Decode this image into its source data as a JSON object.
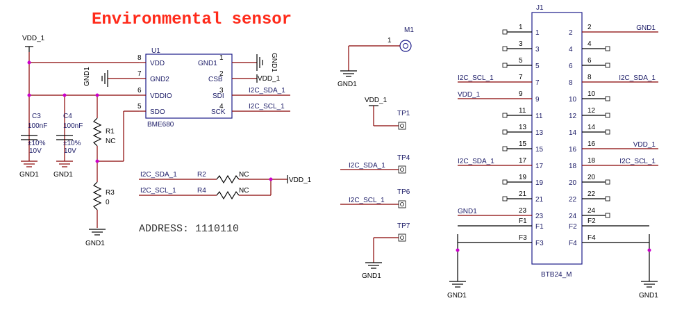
{
  "title": "Environmental sensor",
  "address": "ADDRESS: 1110110",
  "nets": {
    "vdd": "VDD_1",
    "gnd": "GND1",
    "sda": "I2C_SDA_1",
    "scl": "I2C_SCL_1"
  },
  "u1": {
    "ref": "U1",
    "part": "BME680",
    "left_pins": [
      {
        "num": "8",
        "name": "VDD"
      },
      {
        "num": "7",
        "name": "GND2"
      },
      {
        "num": "6",
        "name": "VDDIO"
      },
      {
        "num": "5",
        "name": "SDO"
      }
    ],
    "right_pins": [
      {
        "num": "1",
        "name": "GND1"
      },
      {
        "num": "2",
        "name": "CSB"
      },
      {
        "num": "3",
        "name": "SDI"
      },
      {
        "num": "4",
        "name": "SCK"
      }
    ]
  },
  "caps": [
    {
      "ref": "C3",
      "value": "100nF",
      "tol": "±10%",
      "volt": "10V"
    },
    {
      "ref": "C4",
      "value": "100nF",
      "tol": "±10%",
      "volt": "10V"
    }
  ],
  "resistors": {
    "r1": {
      "ref": "R1",
      "value": "NC"
    },
    "r3": {
      "ref": "R3",
      "value": "0"
    },
    "r2": {
      "ref": "R2",
      "value": "NC"
    },
    "r4": {
      "ref": "R4",
      "value": "NC"
    }
  },
  "m1": {
    "ref": "M1",
    "pin": "1"
  },
  "testpoints": [
    {
      "ref": "TP1",
      "net": "VDD_1"
    },
    {
      "ref": "TP4",
      "net": "I2C_SDA_1"
    },
    {
      "ref": "TP6",
      "net": "I2C_SCL_1"
    },
    {
      "ref": "TP7",
      "net": "GND1"
    }
  ],
  "j1": {
    "ref": "J1",
    "part": "BTB24_M",
    "rows": [
      {
        "l": "1",
        "r": "2",
        "lnet": "",
        "rnet": "GND1"
      },
      {
        "l": "3",
        "r": "4",
        "lnet": "",
        "rnet": ""
      },
      {
        "l": "5",
        "r": "6",
        "lnet": "",
        "rnet": ""
      },
      {
        "l": "7",
        "r": "8",
        "lnet": "I2C_SCL_1",
        "rnet": "I2C_SDA_1"
      },
      {
        "l": "9",
        "r": "10",
        "lnet": "VDD_1",
        "rnet": ""
      },
      {
        "l": "11",
        "r": "12",
        "lnet": "",
        "rnet": ""
      },
      {
        "l": "13",
        "r": "14",
        "lnet": "",
        "rnet": ""
      },
      {
        "l": "15",
        "r": "16",
        "lnet": "",
        "rnet": "VDD_1"
      },
      {
        "l": "17",
        "r": "18",
        "lnet": "I2C_SDA_1",
        "rnet": "I2C_SCL_1"
      },
      {
        "l": "19",
        "r": "20",
        "lnet": "",
        "rnet": ""
      },
      {
        "l": "21",
        "r": "22",
        "lnet": "",
        "rnet": ""
      },
      {
        "l": "23",
        "r": "24",
        "lnet": "GND1",
        "rnet": ""
      },
      {
        "l": "F1",
        "r": "F2",
        "lnet": "",
        "rnet": ""
      },
      {
        "l": "F3",
        "r": "F4",
        "lnet": "",
        "rnet": ""
      }
    ]
  }
}
